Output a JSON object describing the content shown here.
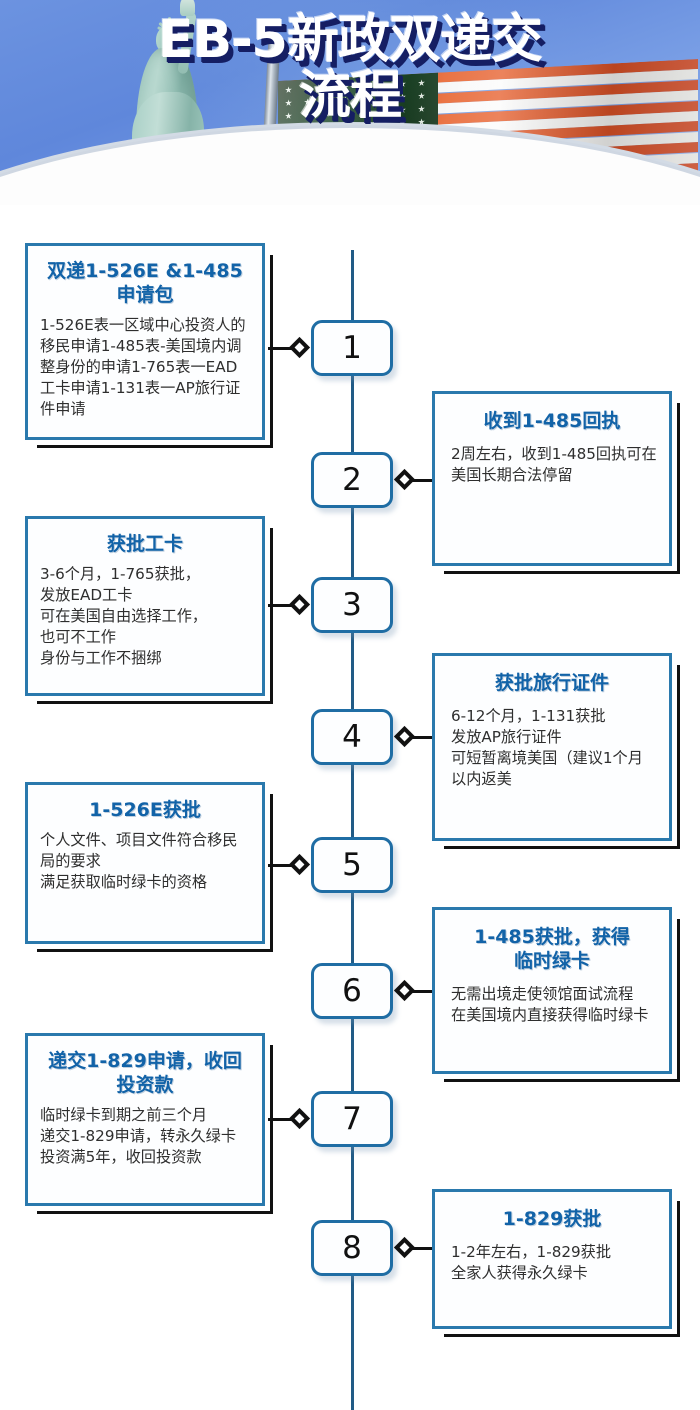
{
  "header": {
    "title_line1": "EB-5新政双递交",
    "title_line2": "流程",
    "imagery": [
      "statue-of-liberty",
      "american-flag",
      "flag-pole"
    ],
    "sky_color": "#6c93e0"
  },
  "theme": {
    "card_border": "#2a79ad",
    "card_title_color": "#1263a8",
    "card_body_color": "#2e2e2e",
    "step_border": "#1f6da4",
    "spine_color": "#215b86",
    "shadow_color": "#111111"
  },
  "flow": {
    "steps": [
      {
        "number": "1",
        "side": "left",
        "title": "双递1-526E &1-485\n申请包",
        "body": "1-526E表一区域中心投资人的移民申请1-485表-美国境内调整身份的申请1-765表一EAD工卡申请1-131表一AP旅行证件申请"
      },
      {
        "number": "2",
        "side": "right",
        "title": "收到1-485回执",
        "body": "2周左右，收到1-485回执可在美国长期合法停留"
      },
      {
        "number": "3",
        "side": "left",
        "title": "获批工卡",
        "body": "3-6个月，1-765获批，\n发放EAD工卡\n可在美国自由选择工作，\n也可不工作\n身份与工作不捆绑"
      },
      {
        "number": "4",
        "side": "right",
        "title": "获批旅行证件",
        "body": "6-12个月，1-131获批\n发放AP旅行证件\n可短暂离境美国（建议1个月\n以内返美"
      },
      {
        "number": "5",
        "side": "left",
        "title": "1-526E获批",
        "body": "个人文件、项目文件符合移民局的要求\n满足获取临时绿卡的资格"
      },
      {
        "number": "6",
        "side": "right",
        "title": "1-485获批，获得\n临时绿卡",
        "body": "无需出境走使领馆面试流程\n在美国境内直接获得临时绿卡"
      },
      {
        "number": "7",
        "side": "left",
        "title": "递交1-829申请，收回\n投资款",
        "body": "临时绿卡到期之前三个月\n递交1-829申请，转永久绿卡\n投资满5年，收回投资款"
      },
      {
        "number": "8",
        "side": "right",
        "title": "1-829获批",
        "body": "1-2年左右，1-829获批\n全家人获得永久绿卡"
      }
    ]
  }
}
